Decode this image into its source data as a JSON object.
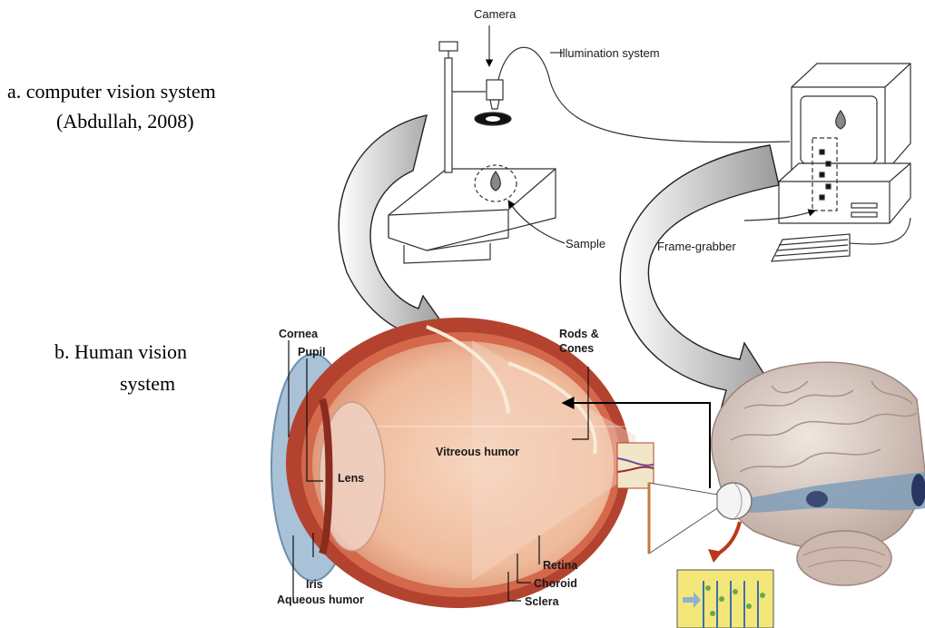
{
  "captions": {
    "a_line1": "a. computer vision system",
    "a_line2": "(Abdullah, 2008)",
    "b_line1": "b. Human vision",
    "b_line2": "system"
  },
  "cv_labels": {
    "camera": "Camera",
    "illumination": "Illumination system",
    "sample": "Sample",
    "frame_grabber": "Frame-grabber"
  },
  "eye_labels": {
    "cornea": "Cornea",
    "pupil": "Pupil",
    "lens": "Lens",
    "iris": "Iris",
    "aqueous": "Aqueous humor",
    "vitreous": "Vitreous humor",
    "rods_line1": "Rods &",
    "rods_line2": "Cones",
    "retina": "Retina",
    "choroid": "Choroid",
    "sclera": "Sclera"
  },
  "colors": {
    "sclera": "#b3432f",
    "eye_interior": "#f2c7a8",
    "cornea": "#9fb9d0",
    "brain": "#d9cbc2",
    "visual_pathway": "#7f9db8",
    "brain_arrow": "#b83a1a"
  }
}
